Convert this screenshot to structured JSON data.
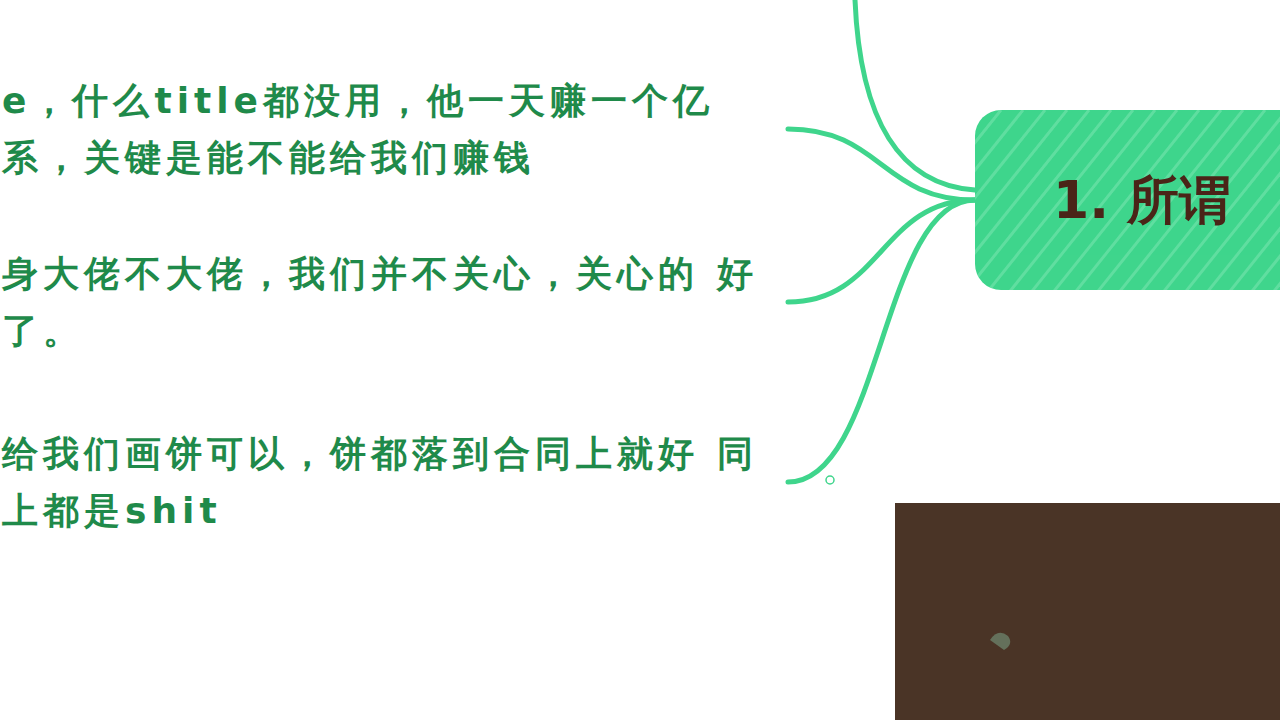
{
  "diagram": {
    "nodes": [
      {
        "text": [
          "1. 所谓"
        ]
      },
      {
        "text": [
          "e，什么title都没用，他一天赚一个亿 系，关键是能不能给我们赚钱"
        ]
      },
      {
        "text": [
          "身大佬不大佬，我们并不关心，关心的 好了。"
        ]
      },
      {
        "text": [
          "给我们画饼可以，饼都落到合同上就好 同上都是shit"
        ]
      }
    ],
    "edges": [
      {
        "from": 0,
        "to": 1,
        "arrow": "none"
      },
      {
        "from": 0,
        "to": 2,
        "arrow": "none"
      },
      {
        "from": 0,
        "to": 3,
        "arrow": "none"
      }
    ]
  }
}
